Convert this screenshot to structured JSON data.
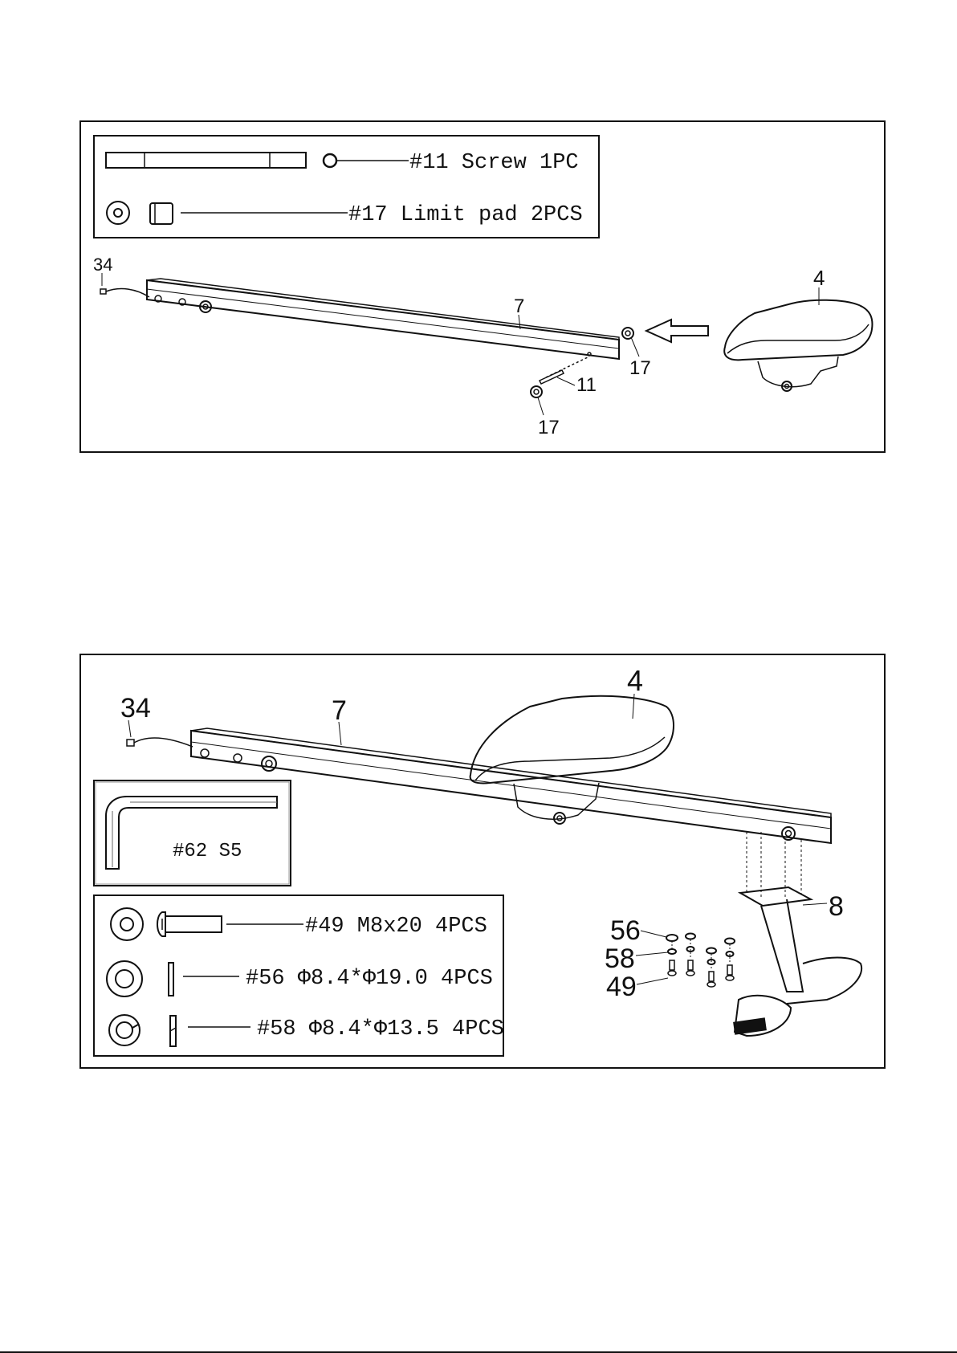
{
  "step1": {
    "hardware": [
      {
        "label": "#11 Screw 1PC"
      },
      {
        "label": "#17 Limit pad 2PCS"
      }
    ],
    "callouts": {
      "c34": "34",
      "c7": "7",
      "c4": "4",
      "c17a": "17",
      "c11": "11",
      "c17b": "17"
    }
  },
  "step2": {
    "tool": {
      "label": "#62 S5"
    },
    "hardware": [
      {
        "label": "#49 M8x20 4PCS"
      },
      {
        "label": "#56 Φ8.4*Φ19.0 4PCS"
      },
      {
        "label": "#58 Φ8.4*Φ13.5 4PCS"
      }
    ],
    "callouts": {
      "c34": "34",
      "c7": "7",
      "c4": "4",
      "c8": "8",
      "c56": "56",
      "c58": "58",
      "c49": "49"
    }
  }
}
